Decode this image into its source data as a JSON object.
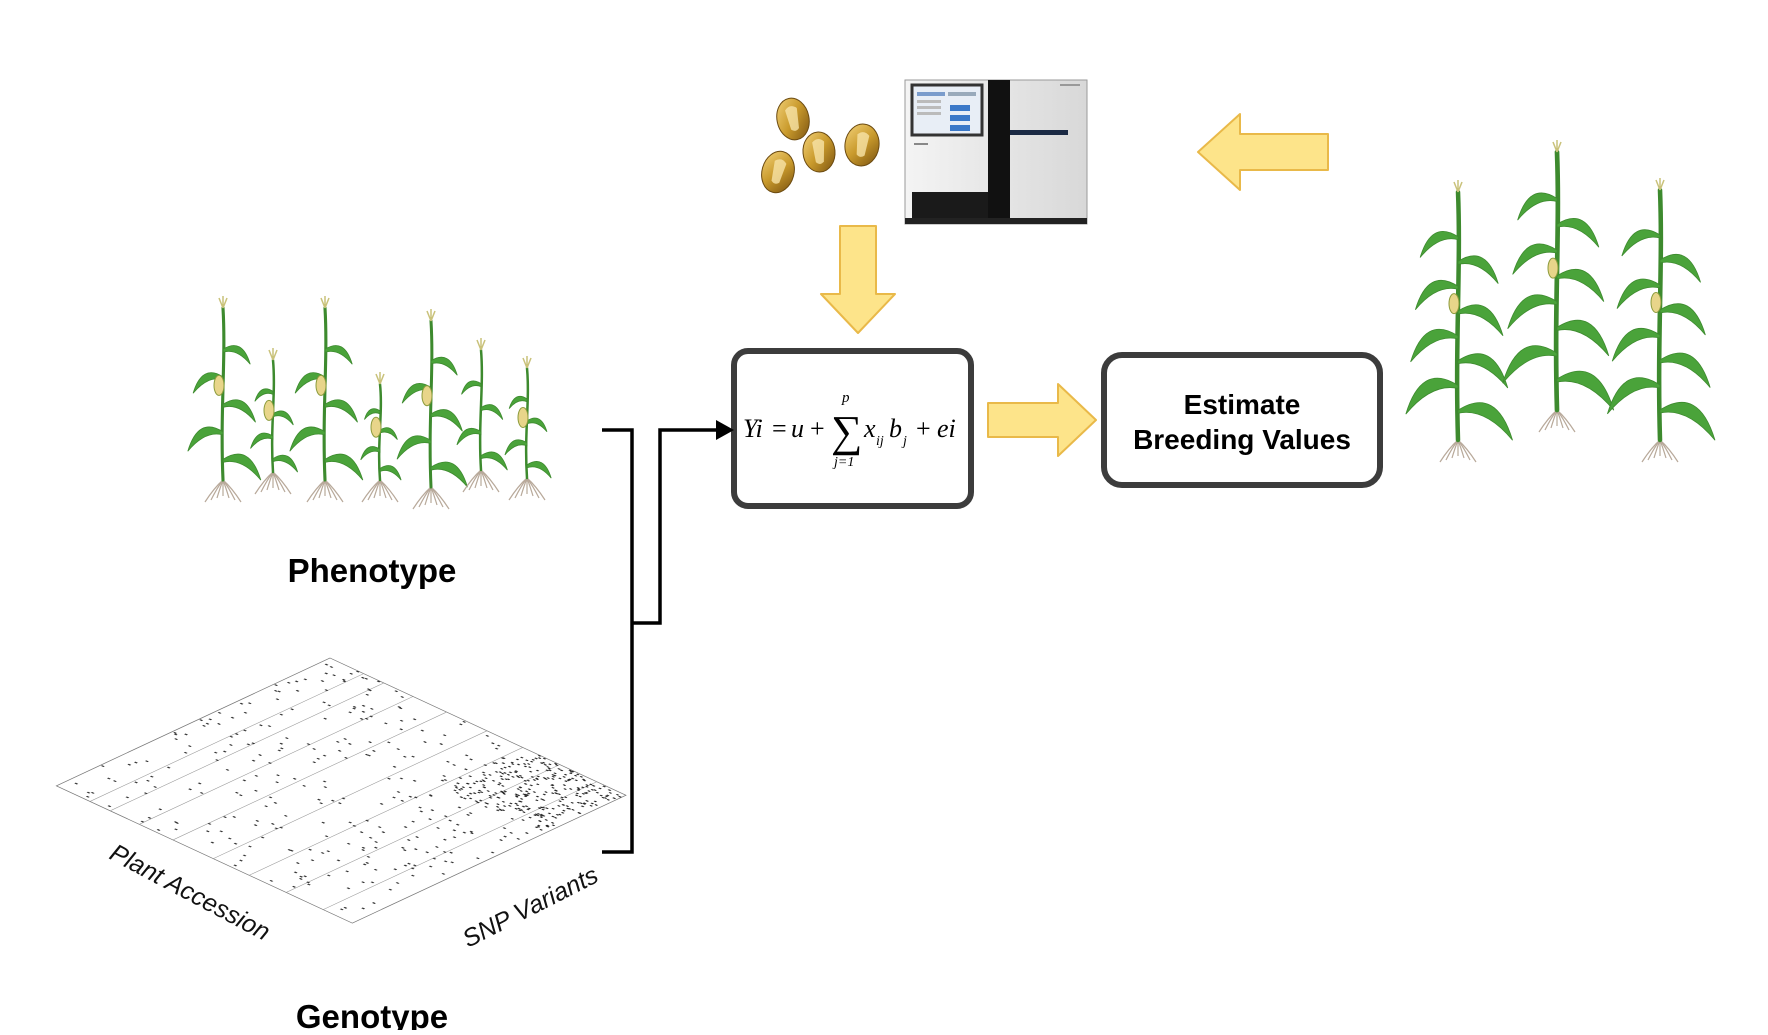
{
  "labels": {
    "phenotype": "Phenotype",
    "genotype": "Genotype",
    "plant_accession": "Plant Accession",
    "snp_variants": "SNP Variants"
  },
  "equation": {
    "lhs": "Yi",
    "equals": "=",
    "u": "u",
    "plus1": "+",
    "sum_symbol": "∑",
    "sum_upper": "p",
    "sum_lower": "j=1",
    "x": "x",
    "x_sub": "ij",
    "b": "b",
    "b_sub": "j",
    "plus2": "+",
    "e": "ei"
  },
  "output_box": {
    "line1": "Estimate",
    "line2": "Breeding Values"
  },
  "colors": {
    "arrow_fill": "#fde48a",
    "arrow_stroke": "#e9b949",
    "box_stroke": "#3c3c3c",
    "plant_stem": "#3d8a2e",
    "plant_leaf": "#4aa33a",
    "kernel": "#c99a2c"
  },
  "icons": {
    "sequencer": "dna-sequencer-icon",
    "kernels": "corn-kernels-icon",
    "plants": "maize-plant-icon",
    "matrix": "snp-matrix-icon"
  }
}
